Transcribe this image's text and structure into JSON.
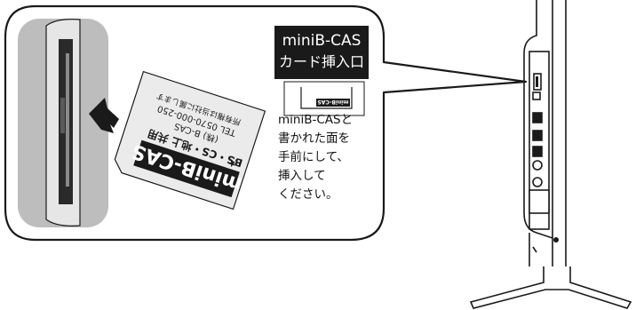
{
  "callout": {
    "title_line1": "miniB-CAS",
    "title_line2": "カード挿入口",
    "instruction_lines": [
      "miniB-CASと",
      "書かれた面を",
      "手前にして、",
      "挿入して",
      "ください。"
    ]
  },
  "small_card": {
    "label": "miniB-CAS"
  },
  "card": {
    "logo_text": "miniB-CAS",
    "band_text": "BS・CS・地上 共用",
    "company_text": "(株) B-CAS",
    "tel_text": "TEL 0570-000-250",
    "ownership_text": "所有権は当社に属します"
  },
  "colors": {
    "frame": "#1a1a1a",
    "slot_panel": "#bdbdbd",
    "card_fill": "#ebebeb",
    "dark": "#1a1a1a"
  }
}
